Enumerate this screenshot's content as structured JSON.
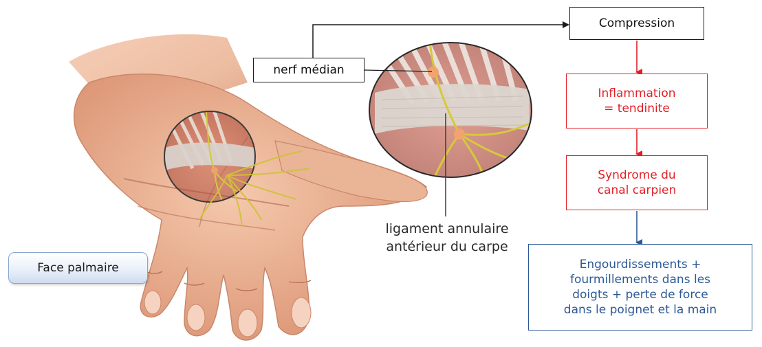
{
  "labels": {
    "compression": "Compression",
    "nerf_median": "nerf médian",
    "inflammation_line1": "Inflammation",
    "inflammation_line2": "= tendinite",
    "syndrome_line1": "Syndrome du",
    "syndrome_line2": "canal carpien",
    "symptoms_line1": "Engourdissements +",
    "symptoms_line2": "fourmillements dans les",
    "symptoms_line3": "doigts + perte de force",
    "symptoms_line4": "dans le poignet et la main",
    "ligament_line1": "ligament annulaire",
    "ligament_line2": "antérieur du carpe",
    "face_palmaire": "Face palmaire"
  },
  "colors": {
    "red_flow": "#e31e24",
    "blue_result": "#2d5a96",
    "black_line": "#1a1a1a",
    "skin": "#f0b898",
    "nerve": "#c8c030",
    "ligament": "#d8d2cc",
    "tissue": "#b84a3a"
  },
  "icons": {
    "illustration": "wrist-carpal-tunnel-anatomy"
  }
}
